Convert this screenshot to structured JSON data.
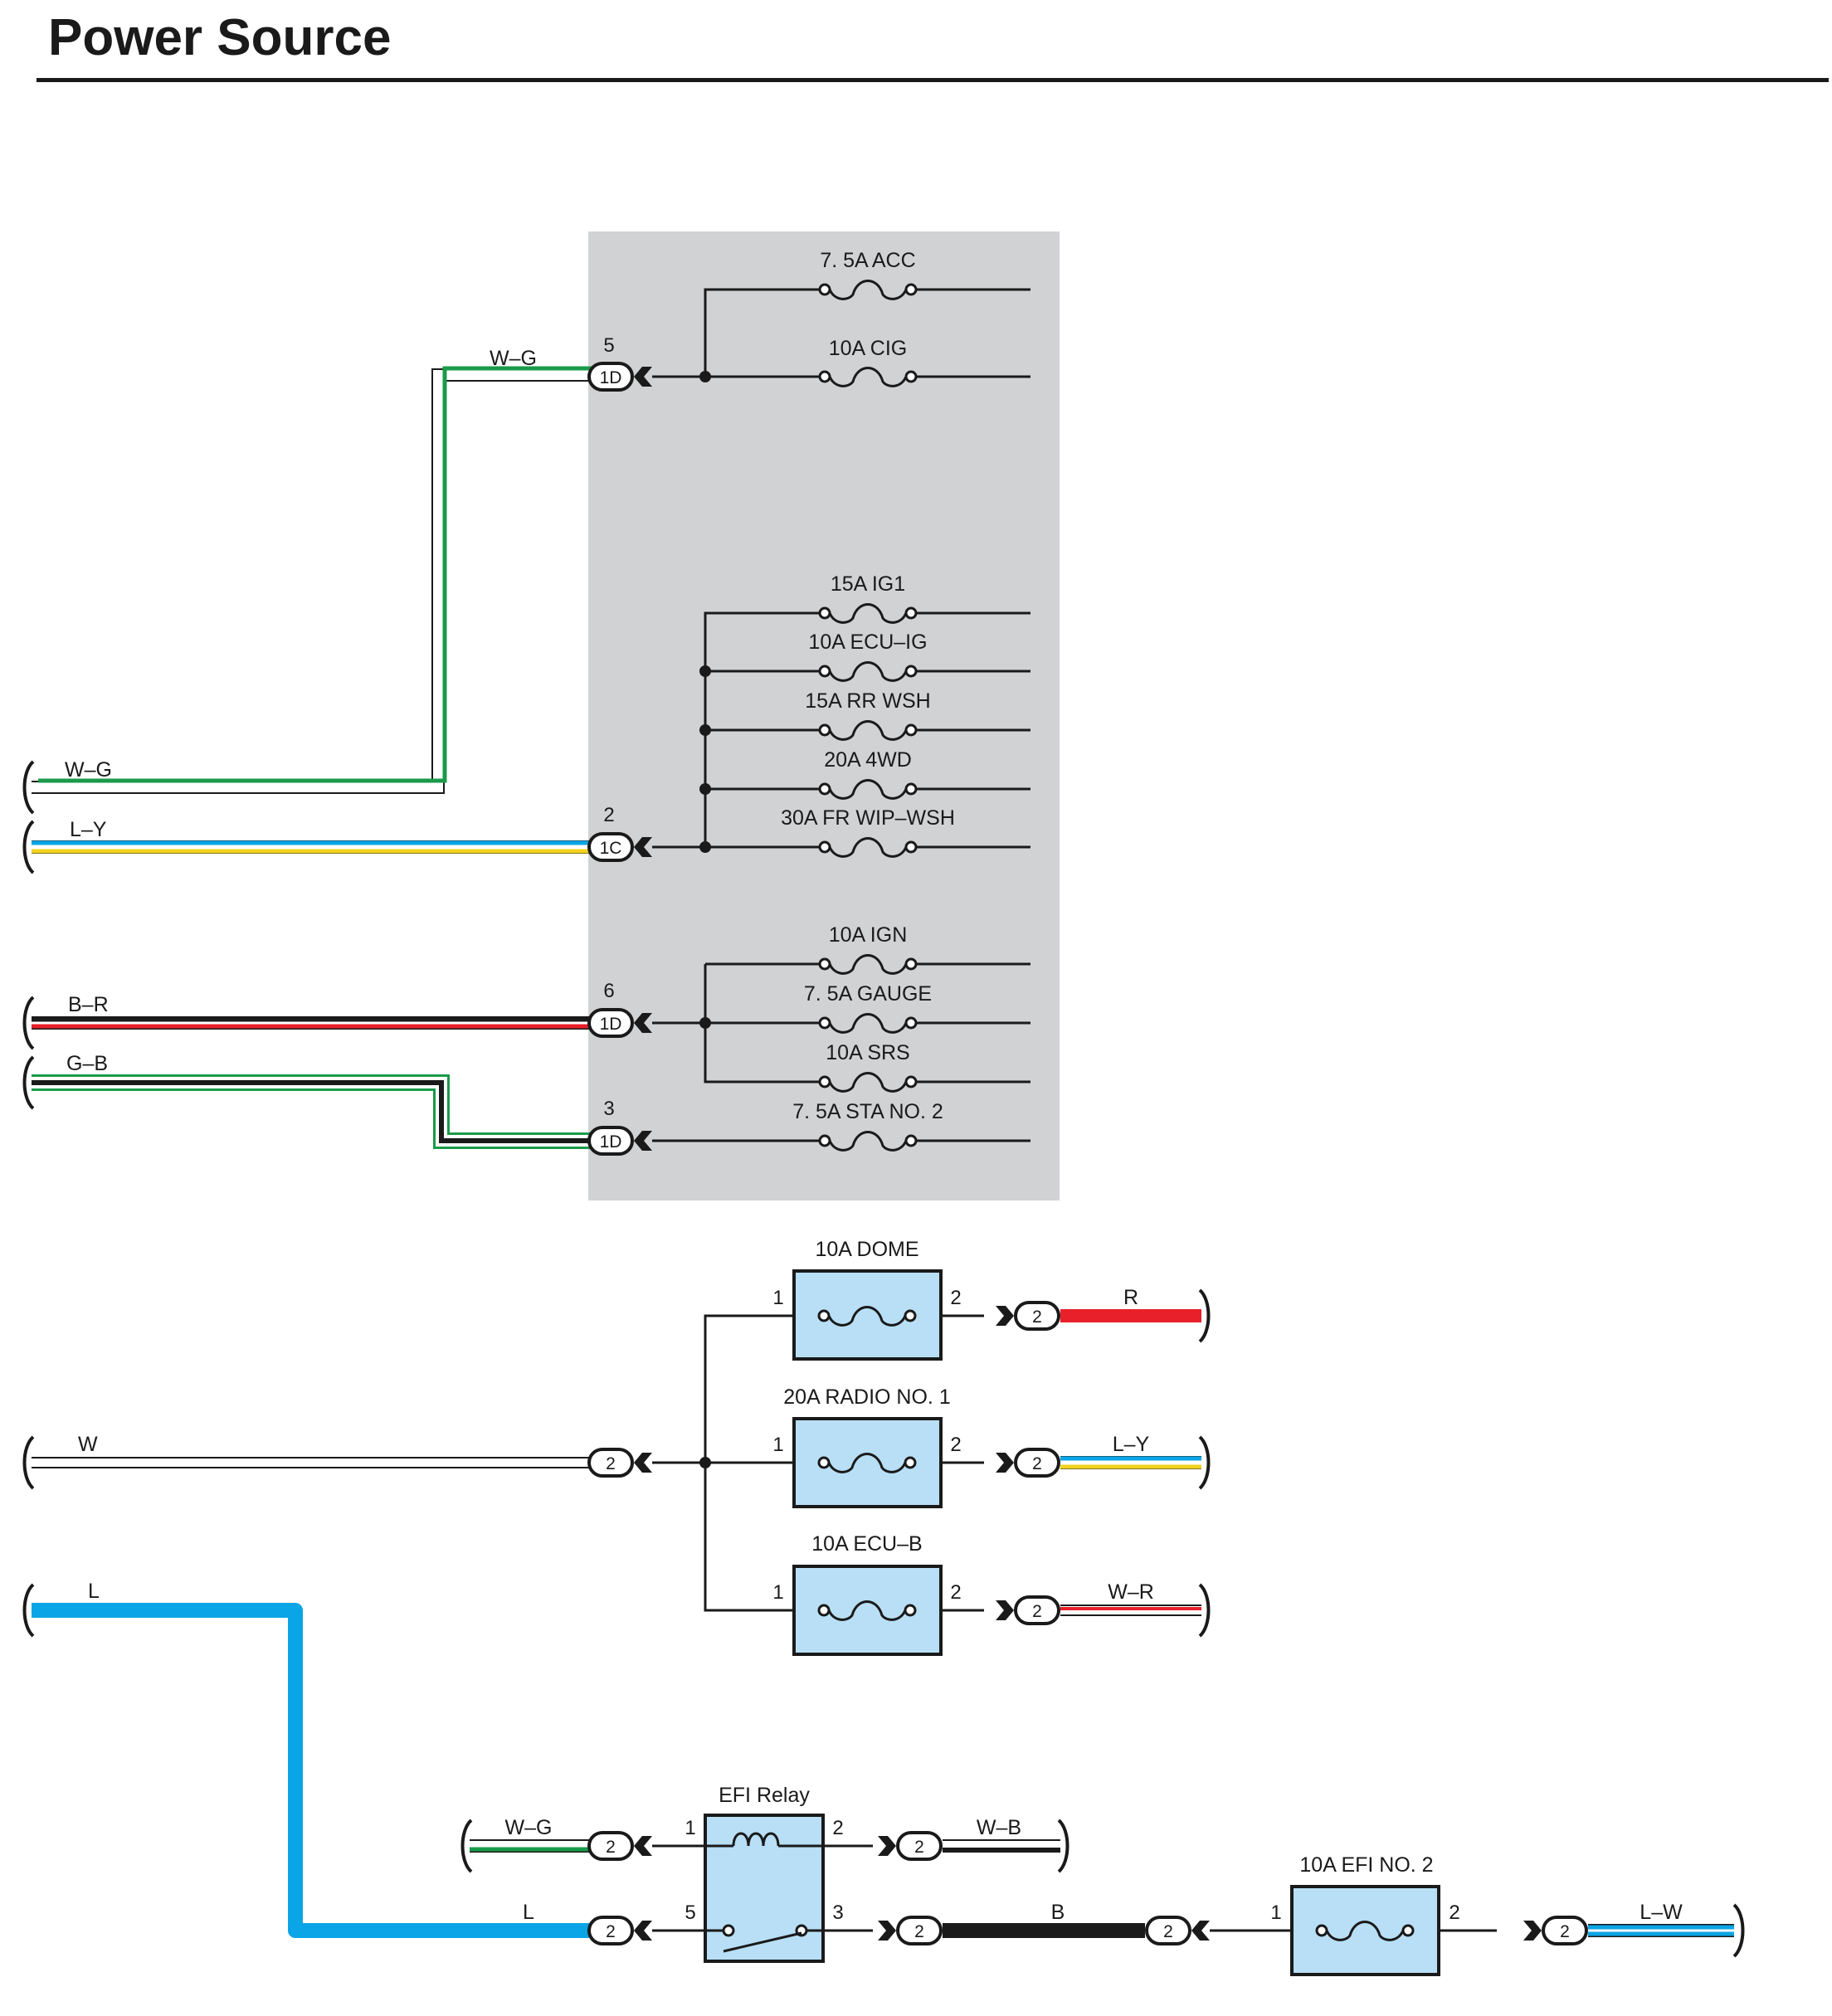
{
  "title": "Power Source",
  "colors": {
    "black": "#1a1a1a",
    "white": "#ffffff",
    "green": "#1a9a4a",
    "blue": "#0aa5e6",
    "yellow": "#f2d21f",
    "red": "#e8202a",
    "gray_fill": "#d1d2d4",
    "fuse_fill": "#b8dff5"
  },
  "junction_block": {
    "connectors": [
      {
        "pin": "5",
        "id": "1D"
      },
      {
        "pin": "2",
        "id": "1C"
      },
      {
        "pin": "6",
        "id": "1D"
      },
      {
        "pin": "3",
        "id": "1D"
      }
    ],
    "fuses": [
      {
        "label": "7. 5A ACC"
      },
      {
        "label": "10A CIG"
      },
      {
        "label": "15A IG1"
      },
      {
        "label": "10A ECU–IG"
      },
      {
        "label": "15A RR WSH"
      },
      {
        "label": "20A 4WD"
      },
      {
        "label": "30A FR WIP–WSH"
      },
      {
        "label": "10A IGN"
      },
      {
        "label": "7. 5A GAUGE"
      },
      {
        "label": "10A SRS"
      },
      {
        "label": "7. 5A STA NO. 2"
      }
    ]
  },
  "left_wires": [
    {
      "label": "W–G",
      "colors": [
        "white",
        "green"
      ]
    },
    {
      "label": "W–G",
      "colors": [
        "white",
        "green"
      ]
    },
    {
      "label": "L–Y",
      "colors": [
        "blue",
        "yellow"
      ]
    },
    {
      "label": "B–R",
      "colors": [
        "black",
        "red"
      ]
    },
    {
      "label": "G–B",
      "colors": [
        "green",
        "black"
      ]
    },
    {
      "label": "W",
      "colors": [
        "white"
      ]
    },
    {
      "label": "L",
      "colors": [
        "blue"
      ]
    }
  ],
  "lower_fuses": [
    {
      "label": "10A DOME",
      "pin_in": "1",
      "pin_out": "2",
      "connector": "2",
      "out_wire": "R"
    },
    {
      "label": "20A RADIO NO. 1",
      "pin_in": "1",
      "pin_out": "2",
      "connector": "2",
      "out_wire": "L–Y"
    },
    {
      "label": "10A ECU–B",
      "pin_in": "1",
      "pin_out": "2",
      "connector": "2",
      "out_wire": "W–R"
    }
  ],
  "w_connector": "2",
  "efi_relay": {
    "label": "EFI Relay",
    "pins": [
      "1",
      "2",
      "5",
      "3"
    ],
    "in_connectors": [
      "2",
      "2"
    ],
    "out_connectors": [
      "2",
      "2"
    ],
    "coil_in_wire": "W–G",
    "coil_out_wire": "W–B",
    "switch_in_wire": "L",
    "switch_out_wire": "B"
  },
  "efi_fuse": {
    "label": "10A EFI NO. 2",
    "pin_in": "1",
    "pin_out": "2",
    "in_connector": "2",
    "out_connector": "2",
    "out_wire": "L–W"
  }
}
